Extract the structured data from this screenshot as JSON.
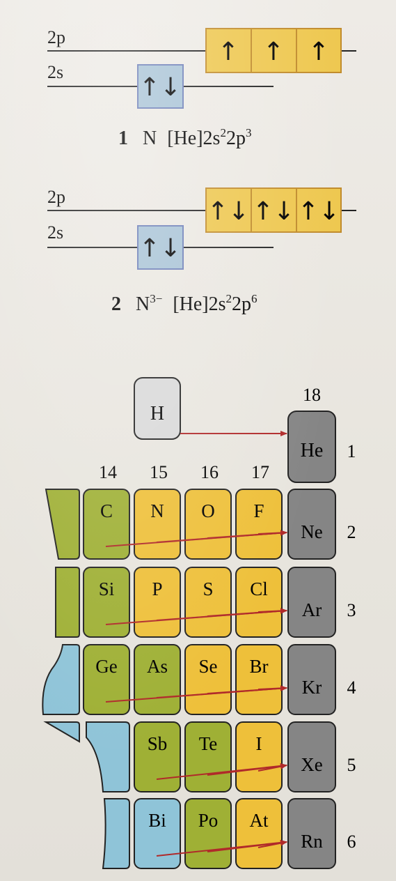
{
  "diagrams": [
    {
      "levels": {
        "upper": "2p",
        "lower": "2s"
      },
      "orbitals_2s": [
        "↑↓"
      ],
      "orbitals_2p": [
        "↑",
        "↑",
        "↑"
      ],
      "caption": {
        "number": "1",
        "symbol": "N",
        "ion_charge": "",
        "config_core": "[He]2s",
        "s_electrons": "2",
        "config_mid": "2p",
        "p_electrons": "3"
      }
    },
    {
      "levels": {
        "upper": "2p",
        "lower": "2s"
      },
      "orbitals_2s": [
        "↑↓"
      ],
      "orbitals_2p": [
        "↑↓",
        "↑↓",
        "↑↓"
      ],
      "caption": {
        "number": "2",
        "symbol": "N",
        "ion_charge": "3−",
        "config_core": "[He]2s",
        "s_electrons": "2",
        "config_mid": "2p",
        "p_electrons": "6"
      }
    }
  ],
  "periodic": {
    "group_18": "18",
    "groups": [
      "14",
      "15",
      "16",
      "17"
    ],
    "hydrogen": "H",
    "helium": "He",
    "period_1": "1",
    "rows": [
      {
        "period": "2",
        "cells": [
          "C",
          "N",
          "O",
          "F"
        ],
        "noble": "Ne"
      },
      {
        "period": "3",
        "cells": [
          "Si",
          "P",
          "S",
          "Cl"
        ],
        "noble": "Ar"
      },
      {
        "period": "4",
        "cells": [
          "Ge",
          "As",
          "Se",
          "Br"
        ],
        "noble": "Kr"
      },
      {
        "period": "5",
        "cells": [
          "",
          "Sb",
          "Te",
          "I"
        ],
        "noble": "Xe"
      },
      {
        "period": "6",
        "cells": [
          "",
          "Bi",
          "Po",
          "At"
        ],
        "noble": "Rn"
      }
    ],
    "colors": {
      "metalloid_green": "#9fb035",
      "nonmetal_yellow": "#eec03a",
      "metal_blue": "#8fc4d8",
      "noble_gray": "#858585",
      "hydrogen_gray": "#d9d9d9",
      "arrow_red": "#b02a2a",
      "orbital_yellow": "#eec74e",
      "orbital_blue": "#a8c3d6"
    }
  }
}
